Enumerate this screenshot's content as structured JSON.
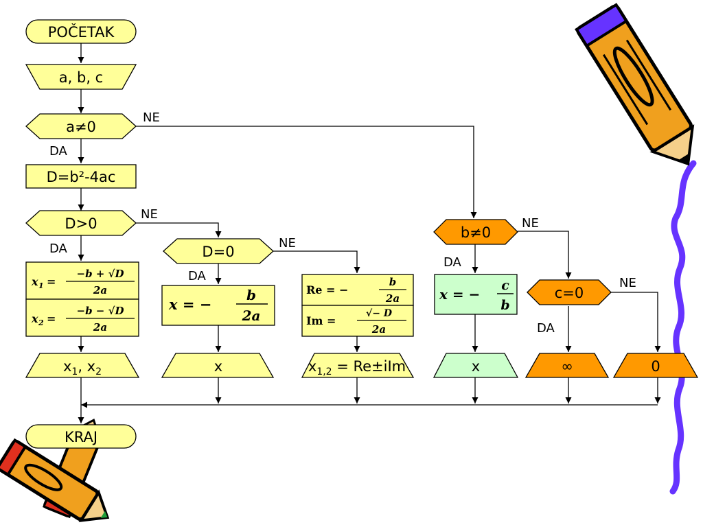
{
  "colors": {
    "yellow": "#FFFF99",
    "orange": "#FF9900",
    "green": "#CCFFCC",
    "gold": "#F0A01E",
    "purple": "#6633FF"
  },
  "flow": {
    "start": "POČETAK",
    "input": "a, b, c",
    "cond_a": "a≠0",
    "disc": "D=b²-4ac",
    "cond_d_pos": "D>0",
    "cond_d_zero": "D=0",
    "cond_b": "b≠0",
    "cond_c": "c=0",
    "formula_x1": {
      "lhs": "x",
      "sub": "1",
      "num": "−b + √D",
      "den": "2a"
    },
    "formula_x2": {
      "lhs": "x",
      "sub": "2",
      "num": "−b − √D",
      "den": "2a"
    },
    "formula_x_double": {
      "lhs": "x = −",
      "num": "b",
      "den": "2a"
    },
    "formula_re": {
      "lhs": "Re = −",
      "num": "b",
      "den": "2a"
    },
    "formula_im": {
      "lhs": "Im =",
      "num": "√− D",
      "den": "2a"
    },
    "formula_x_linear": {
      "lhs": "x = −",
      "num": "c",
      "den": "b"
    },
    "out_x1x2": {
      "a": "x",
      "a_sub": "1",
      "sep": ", x",
      "b_sub": "2"
    },
    "out_x": "x",
    "out_complex": {
      "a": "x",
      "a_sub": "1,2",
      "rest": " = Re±iIm"
    },
    "out_x_linear": "x",
    "out_infinity": "∞",
    "out_zero": "0",
    "end": "KRAJ",
    "yes": "DA",
    "no": "NE"
  },
  "decor": [
    "pencil-top-right-icon",
    "pencil-bottom-left-icon",
    "wavy-line"
  ]
}
